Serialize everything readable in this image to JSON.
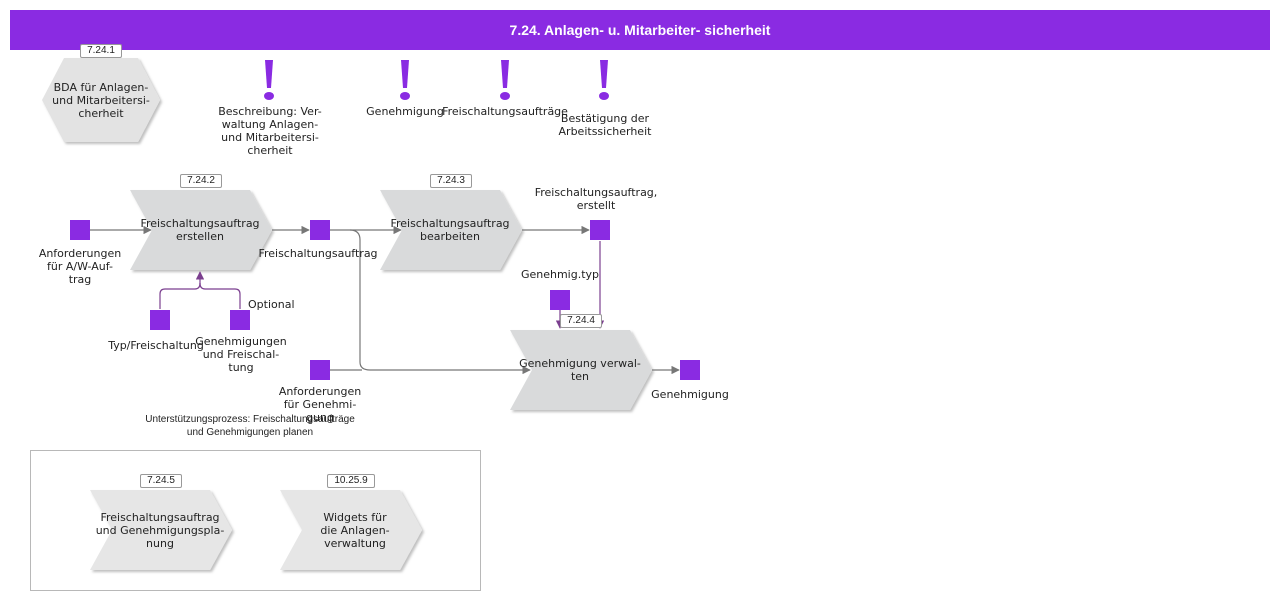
{
  "header": {
    "title": "7.24. Anlagen- u. Mitarbeiter- sicherheit"
  },
  "bda": {
    "id": "7.24.1",
    "label": "BDA für Anlagen-\nund Mitarbeitersi-\ncherheit"
  },
  "info": [
    {
      "label": "Beschreibung: Ver-\nwaltung Anlagen-\nund Mitarbeitersi-\ncherheit"
    },
    {
      "label": "Genehmigung"
    },
    {
      "label": "Freischaltungsaufträge"
    },
    {
      "label": "Bestätigung der\nArbeitssicherheit"
    }
  ],
  "steps": [
    {
      "id": "7.24.2",
      "label": "Freischaltungsauftrag\nerstellen"
    },
    {
      "id": "7.24.3",
      "label": "Freischaltungsauftrag\nbearbeiten"
    },
    {
      "id": "7.24.4",
      "label": "Genehmigung verwal-\nten"
    }
  ],
  "objects": {
    "anforderungen_aw": "Anforderungen\nfür A/W-Auf-\ntrag",
    "freischaltungsauftrag": "Freischaltungsauftrag",
    "freischaltungsauftrag_erstellt": "Freischaltungsauftrag,\nerstellt",
    "typ_freischaltung": "Typ/Freischaltung",
    "genehmigungen_freischaltung": "Genehmigungen\nund Freischal-\ntung",
    "optional": "Optional",
    "genehmig_typ": "Genehmig.typ",
    "anforderungen_genehmigung": "Anforderungen\nfür Genehmi-\ngung",
    "genehmigung_out": "Genehmigung"
  },
  "support": {
    "title": "Unterstützungsprozess: Freischaltungsaufträge\nund Genehmigungen planen",
    "items": [
      {
        "id": "7.24.5",
        "label": "Freischaltungsauftrag\nund Genehmigungspla-\nnung"
      },
      {
        "id": "10.25.9",
        "label": "Widgets für\ndie Anlagen-\nverwaltung"
      }
    ]
  },
  "colors": {
    "accent": "#8a2be2",
    "step_fill": "#d9dadb",
    "support_fill": "#e6e6e6",
    "line": "#777777",
    "line_accent": "#7b3f8f"
  }
}
